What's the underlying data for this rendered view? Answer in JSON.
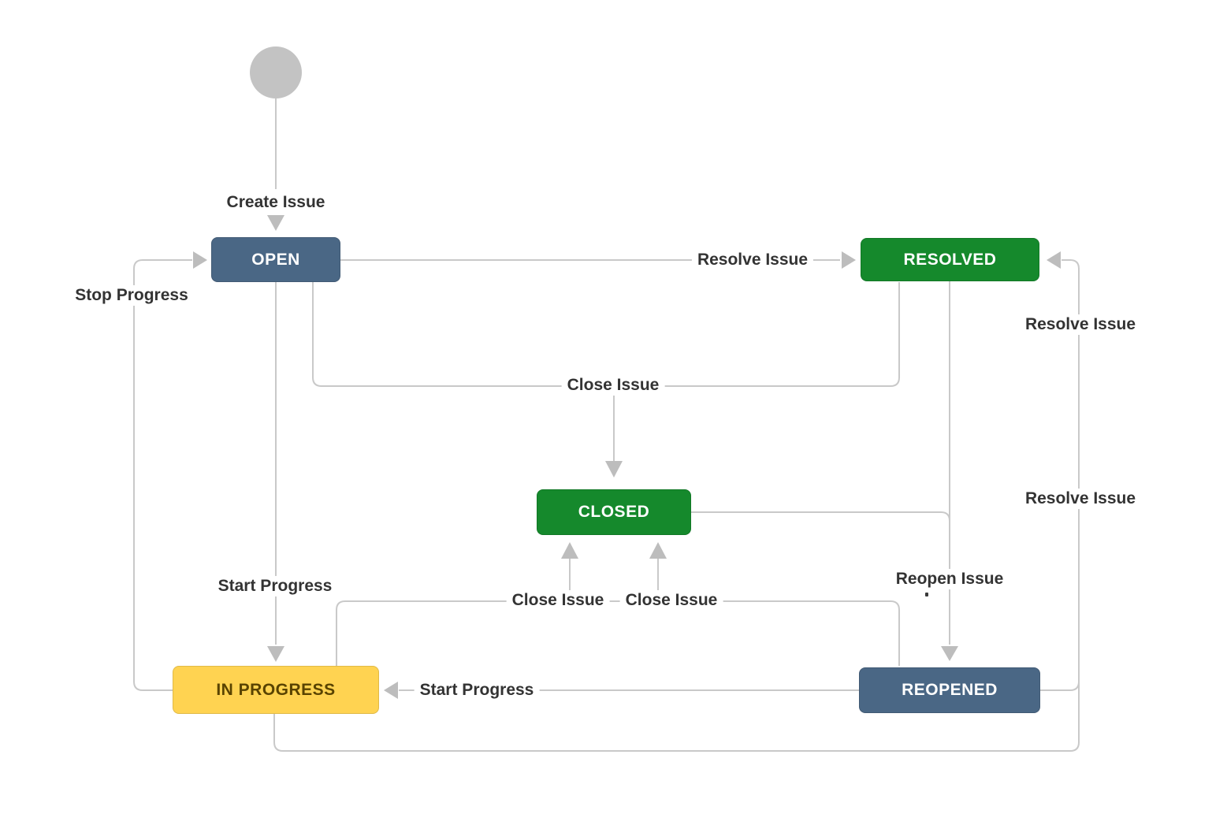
{
  "diagram": {
    "type": "workflow-state-diagram",
    "nodes": {
      "start": {
        "shape": "circle",
        "color": "#c3c3c3"
      },
      "open": {
        "label": "OPEN",
        "color": "#4a6785",
        "text_color": "#ffffff"
      },
      "resolved": {
        "label": "RESOLVED",
        "color": "#15892c",
        "text_color": "#ffffff"
      },
      "closed": {
        "label": "CLOSED",
        "color": "#15892c",
        "text_color": "#ffffff"
      },
      "in_progress": {
        "label": "IN PROGRESS",
        "color": "#ffd351",
        "text_color": "#594300"
      },
      "reopened": {
        "label": "REOPENED",
        "color": "#4a6785",
        "text_color": "#ffffff"
      }
    },
    "transition_labels": {
      "create_issue": "Create Issue",
      "resolve_issue": "Resolve Issue",
      "close_issue": "Close Issue",
      "start_progress": "Start Progress",
      "stop_progress": "Stop Progress",
      "reopen_issue": "Reopen Issue"
    },
    "transitions": [
      {
        "from": "start",
        "to": "open",
        "label": "Create Issue"
      },
      {
        "from": "open",
        "to": "resolved",
        "label": "Resolve Issue"
      },
      {
        "from": "open",
        "to": "closed",
        "label": "Close Issue"
      },
      {
        "from": "resolved",
        "to": "closed",
        "label": "Close Issue"
      },
      {
        "from": "open",
        "to": "in_progress",
        "label": "Start Progress"
      },
      {
        "from": "in_progress",
        "to": "open",
        "label": "Stop Progress"
      },
      {
        "from": "resolved",
        "to": "reopened",
        "label": "Reopen Issue"
      },
      {
        "from": "closed",
        "to": "reopened",
        "label": "Reopen Issue"
      },
      {
        "from": "in_progress",
        "to": "closed",
        "label": "Close Issue"
      },
      {
        "from": "reopened",
        "to": "closed",
        "label": "Close Issue"
      },
      {
        "from": "reopened",
        "to": "in_progress",
        "label": "Start Progress"
      },
      {
        "from": "in_progress",
        "to": "resolved",
        "label": "Resolve Issue"
      },
      {
        "from": "reopened",
        "to": "resolved",
        "label": "Resolve Issue"
      }
    ],
    "colors": {
      "line": "#c9c9c9",
      "arrow": "#bdbdbd",
      "label_text": "#333333",
      "background": "#ffffff"
    }
  }
}
